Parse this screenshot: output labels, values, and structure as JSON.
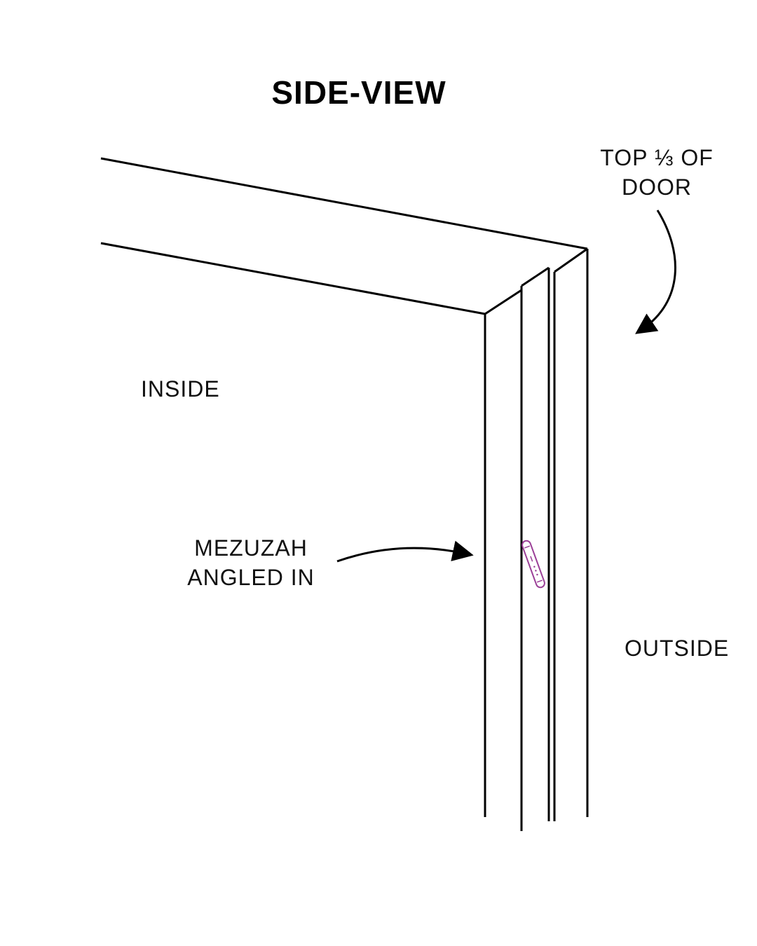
{
  "title": "SIDE-VIEW",
  "labels": {
    "top_third": "TOP ⅓ OF DOOR",
    "inside": "INSIDE",
    "mezuzah": "MEZUZAH ANGLED IN",
    "outside": "OUTSIDE"
  },
  "colors": {
    "line": "#000000",
    "mezuzah": "#9b3f97",
    "background": "#ffffff"
  }
}
